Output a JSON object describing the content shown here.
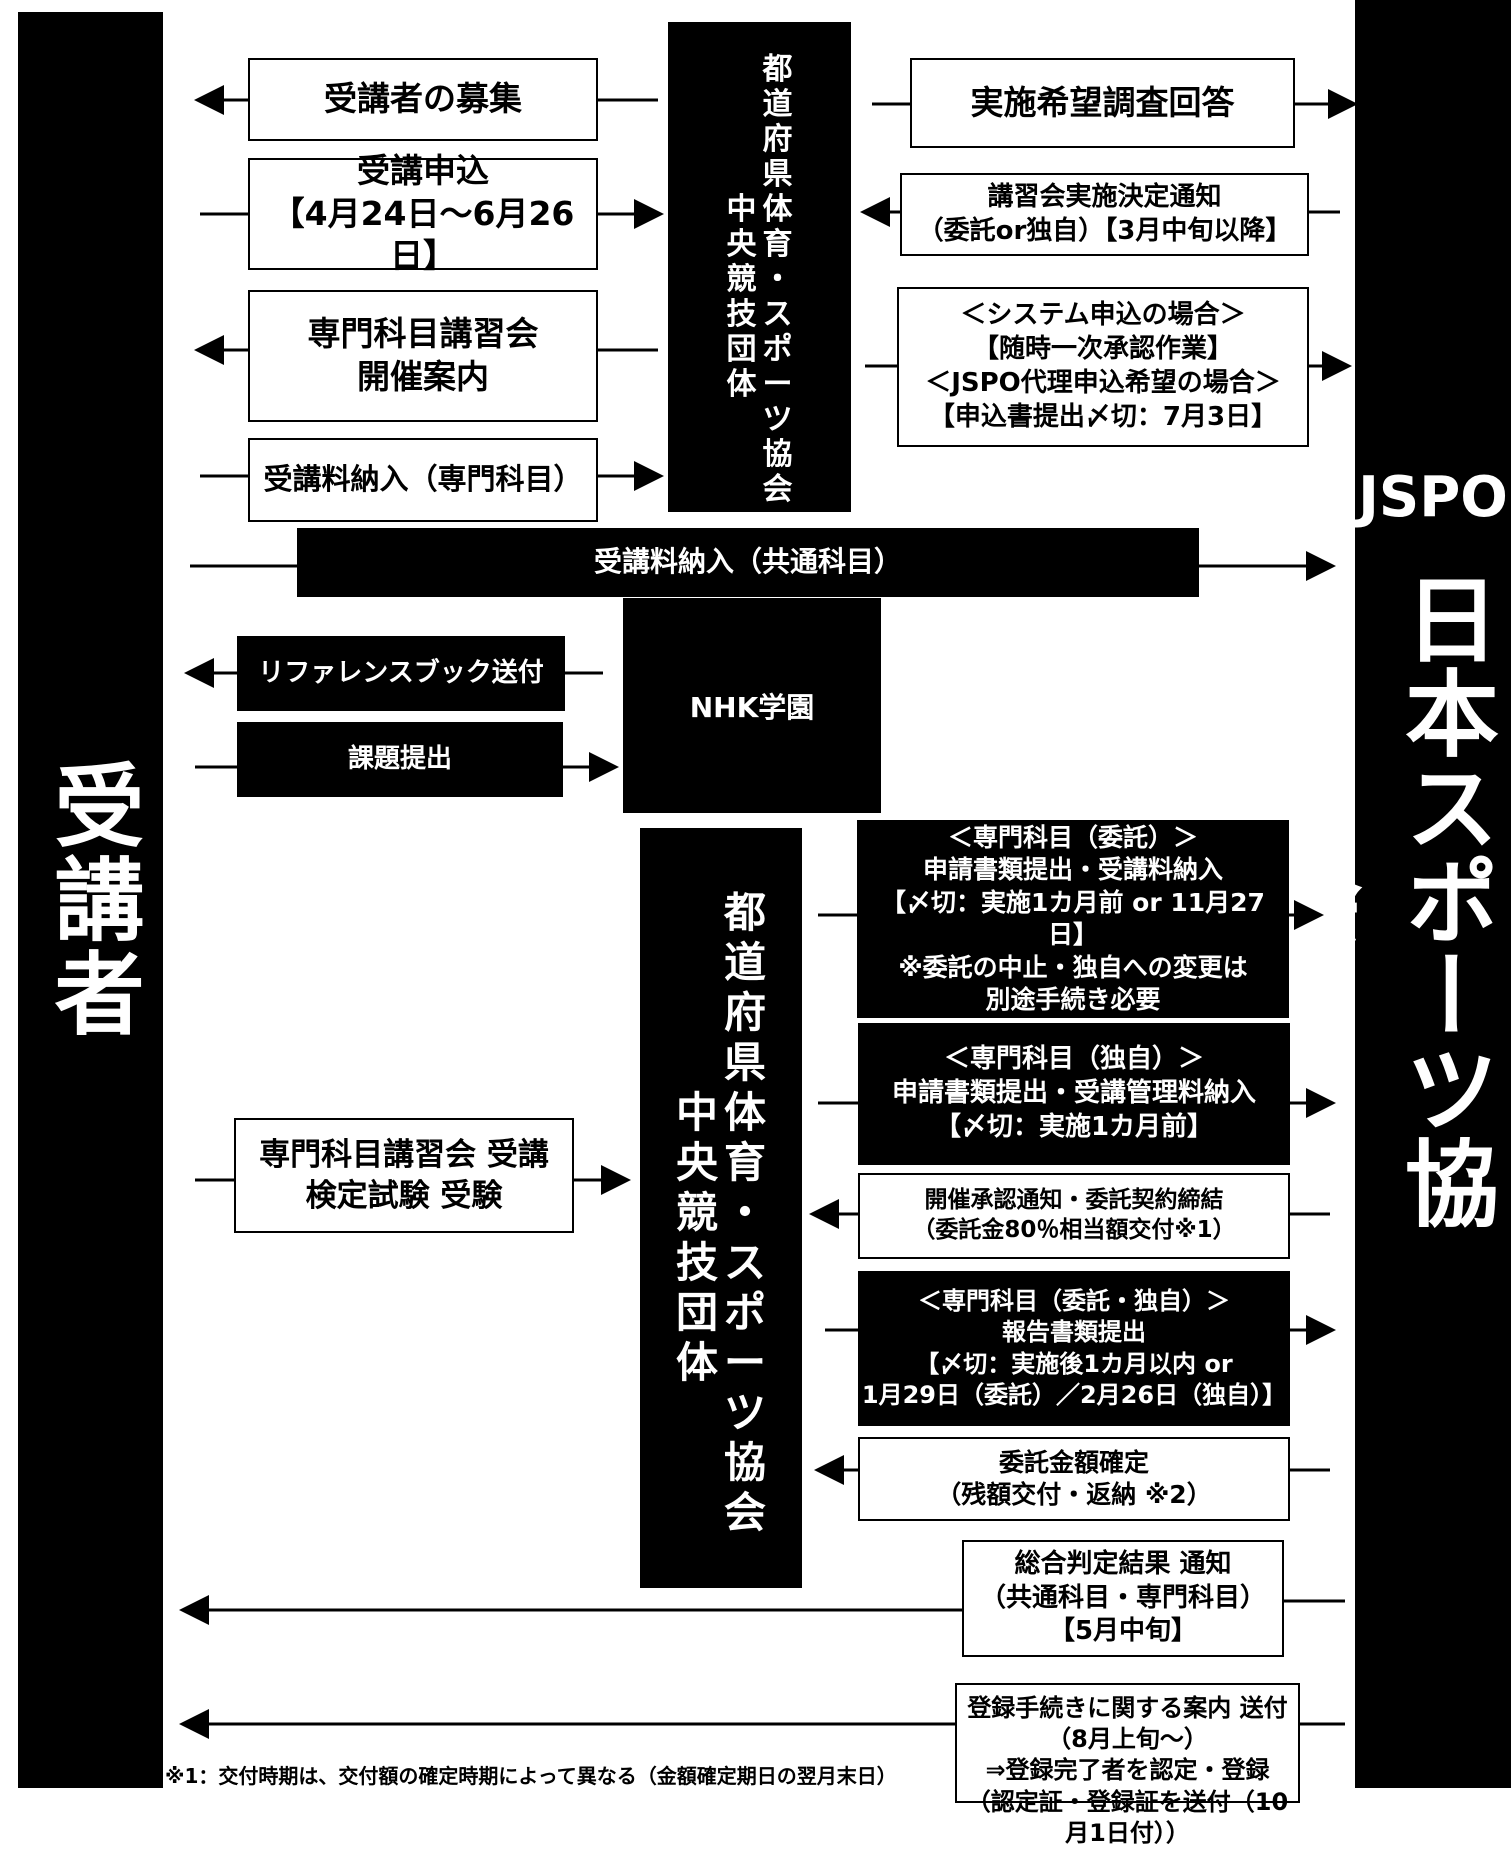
{
  "left_bar_label": "受講者",
  "right_bar_abbr": "JSPO",
  "right_bar_label": "日本スポーツ協会",
  "org_upper": [
    "都道府県体育・スポーツ協会",
    "中央競技団体"
  ],
  "org_lower": [
    "都道府県体育・スポーツ協会",
    "中央競技団体"
  ],
  "nhk_label": "NHK学園",
  "left_boxes": {
    "recruit": "受講者の募集",
    "apply": "受講申込\n【4月24日〜6月26日】",
    "guide": "専門科目講習会\n開催案内",
    "fee_special": "受講料納入（専門科目）",
    "reference": "リファレンスブック送付",
    "assignment": "課題提出",
    "exam": "専門科目講習会 受講\n検定試験 受験"
  },
  "common_fee": "受講料納入（共通科目）",
  "right_boxes": {
    "survey": "実施希望調査回答",
    "decision": "講習会実施決定通知\n（委託or独自）【3月中旬以降】",
    "system": "＜システム申込の場合＞\n【随時一次承認作業】\n＜JSPO代理申込希望の場合＞\n【申込書提出〆切：7月3日】",
    "consign": "＜専門科目（委託）＞\n申請書類提出・受講料納入\n【〆切：実施1カ月前 or 11月27日】\n※委託の中止・独自への変更は\n別途手続き必要",
    "own": "＜専門科目（独自）＞\n申請書類提出・受講管理料納入\n【〆切：実施1カ月前】",
    "approval": "開催承認通知・委託契約締結\n（委託金80％相当額交付※1）",
    "report": "＜専門科目（委託・独自）＞\n報告書類提出\n【〆切：実施後1カ月以内 or\n1月29日（委託）／2月26日（独自）】",
    "settle": "委託金額確定\n（残額交付・返納 ※2）",
    "result": "総合判定結果 通知\n（共通科目・専門科目）\n【5月中旬】",
    "register": "登録手続きに関する案内 送付\n（8月上旬〜）\n⇒登録完了者を認定・登録\n（認定証・登録証を送付（10月1日付））"
  },
  "footnote": "※1：交付時期は、交付額の確定時期によって異なる（金額確定期日の翌月末日）"
}
